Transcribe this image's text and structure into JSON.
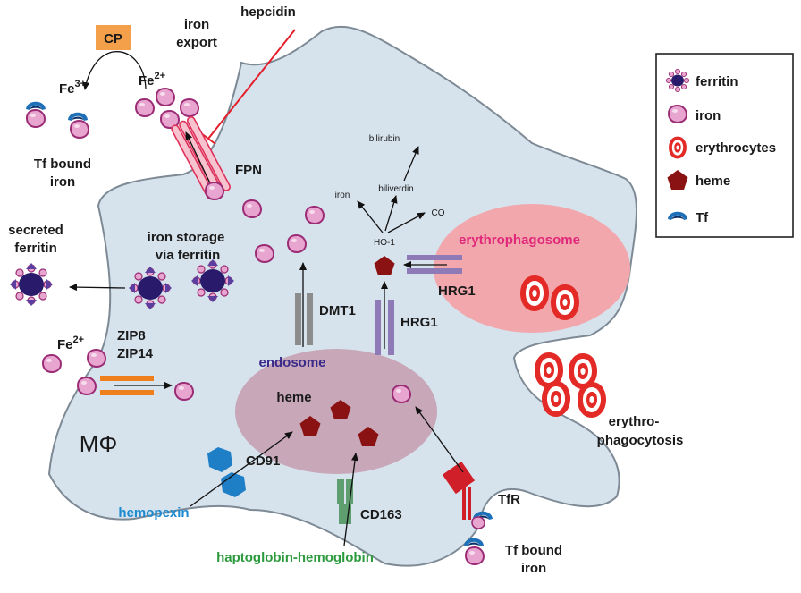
{
  "colors": {
    "cell_fill": "#d6e2ec",
    "cell_stroke": "#7d8a95",
    "endosome_fill": "#c7a7b8",
    "erythrophagosome_fill": "#f2a7ad",
    "iron_fill": "#e8a5cf",
    "iron_stroke": "#9a2b74",
    "heme": "#8a1212",
    "erythrocyte": "#e32a26",
    "tf": "#1d6fb8",
    "ferritin": "#2a1a6b",
    "hepcidin": "#e41e2b",
    "cp_box": "#f4a04a",
    "zip": "#ee7f1a",
    "dmt1": "#8c8c8c",
    "hrg1": "#8f7ab8",
    "cd163": "#5e9e6f",
    "cd91": "#1f7fc6",
    "tfr": "#d11f2a",
    "hemopexin_text": "#1b8ad0",
    "haptoglobin_text": "#2e9a3e",
    "erythrophagosome_text": "#e0287a",
    "endosome_text": "#3a2a8a"
  },
  "labels": {
    "hepcidin": "hepcidin",
    "iron_export_1": "iron",
    "iron_export_2": "export",
    "cp": "CP",
    "fe2_top": "Fe",
    "fe2_top_sup": "2+",
    "fe3": "Fe",
    "fe3_sup": "3+",
    "tf_bound_top_1": "Tf bound",
    "tf_bound_top_2": "iron",
    "fpn": "FPN",
    "bilirubin": "bilirubin",
    "biliverdin": "biliverdin",
    "iron_small": "iron",
    "co": "CO",
    "ho1": "HO-1",
    "erythrophagosome": "erythrophagosome",
    "hrg1_right": "HRG1",
    "secreted_1": "secreted",
    "secreted_2": "ferritin",
    "storage_1": "iron storage",
    "storage_2": "via ferritin",
    "fe2_left": "Fe",
    "fe2_left_sup": "2+",
    "zip8": "ZIP8",
    "zip14": "ZIP14",
    "dmt1": "DMT1",
    "hrg1_mid": "HRG1",
    "endosome": "endosome",
    "heme": "heme",
    "macrophage": "MΦ",
    "cd91": "CD91",
    "hemopexin": "hemopexin",
    "cd163": "CD163",
    "haptoglobin": "haptoglobin-hemoglobin",
    "tfr": "TfR",
    "tf_bound_bottom_1": "Tf bound",
    "tf_bound_bottom_2": "iron",
    "erythro_1": "erythro-",
    "erythro_2": "phagocytosis"
  },
  "legend": {
    "ferritin": "ferritin",
    "iron": "iron",
    "erythrocytes": "erythrocytes",
    "heme": "heme",
    "tf": "Tf"
  }
}
